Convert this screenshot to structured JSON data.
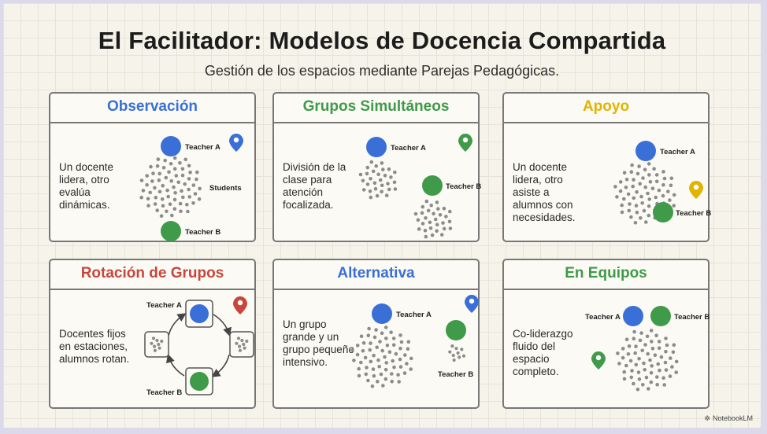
{
  "title": "El Facilitador: Modelos de Docencia Compartida",
  "subtitle": "Gestión de los espacios mediante Parejas Pedagógicas.",
  "colors": {
    "blue": "#3a6fd8",
    "green": "#3f9a4a",
    "yellow": "#e0b400",
    "red": "#c9463d",
    "dots": "#8c8c8c",
    "teacher_a": "#3a6fd8",
    "teacher_b": "#3f9a4a"
  },
  "cards": [
    {
      "title": "Observación",
      "color": "#3a6fd8",
      "description": "Un docente lidera, otro evalúa dinámicas.",
      "labels": [
        "Teacher A",
        "Students",
        "Teacher B"
      ],
      "pin_color": "#3a6fd8"
    },
    {
      "title": "Grupos Simultáneos",
      "color": "#3f9a4a",
      "description": "División de la clase para atención focalizada.",
      "labels": [
        "Teacher A",
        "Teacher B"
      ],
      "pin_color": "#3f9a4a"
    },
    {
      "title": "Apoyo",
      "color": "#e0b400",
      "description": "Un docente lidera, otro asiste a alumnos con necesidades.",
      "labels": [
        "Teacher A",
        "Teacher B"
      ],
      "pin_color": "#e0b400"
    },
    {
      "title": "Rotación de Grupos",
      "color": "#c9463d",
      "description": "Docentes fijos en estaciones, alumnos rotan.",
      "labels": [
        "Teacher A",
        "Teacher B"
      ],
      "pin_color": "#c9463d"
    },
    {
      "title": "Alternativa",
      "color": "#3a6fd8",
      "description": "Un grupo grande y un grupo pequeño intensivo.",
      "labels": [
        "Teacher A",
        "Teacher B"
      ],
      "pin_color": "#3a6fd8"
    },
    {
      "title": "En Equipos",
      "color": "#3f9a4a",
      "description": "Co-liderazgo fluido del espacio completo.",
      "labels": [
        "Teacher A",
        "Teacher B"
      ],
      "pin_color": "#3f9a4a"
    }
  ],
  "footer": {
    "brand": "NotebookLM",
    "logo_icon": "notebooklm-logo-icon"
  }
}
